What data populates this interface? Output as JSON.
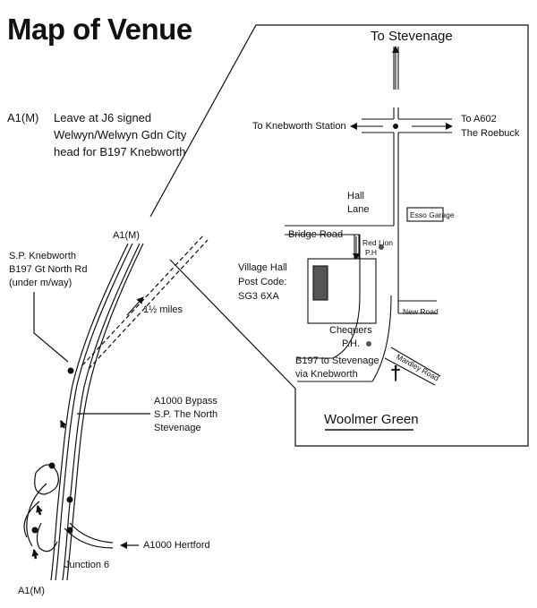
{
  "title": "Map of Venue",
  "directions": {
    "line1_road": "A1(M)",
    "line1_text": "Leave at J6 signed",
    "line2": "Welwyn/Welwyn Gdn City",
    "line3": "head for B197 Knebworth"
  },
  "overview_map": {
    "a1m_top": "A1(M)",
    "a1m_bottom": "A1(M)",
    "sp_knebworth": [
      "S.P. Knebworth",
      "B197 Gt North Rd",
      "(under m/way)"
    ],
    "miles": "1½ miles",
    "a1000_bypass": [
      "A1000 Bypass",
      "S.P. The North",
      "Stevenage"
    ],
    "a1000_hertford": "A1000 Hertford",
    "junction": "Junction 6"
  },
  "detail_map": {
    "to_stevenage": "To Stevenage",
    "to_knebworth_station": "To Knebworth Station",
    "to_a602": [
      "To A602",
      "The Roebuck"
    ],
    "hall_lane": [
      "Hall",
      "Lane"
    ],
    "esso_garage": "Esso Garage",
    "bridge_road": "Bridge Road",
    "red_lion": [
      "Red Lion",
      "P.H"
    ],
    "village_hall": [
      "Village Hall",
      "Post Code:",
      "SG3 6XA"
    ],
    "new_road": "New Road",
    "chequers": [
      "Chequers",
      "P.H."
    ],
    "b197": [
      "B197 to Stevenage",
      "via Knebworth"
    ],
    "mardley_road": "Mardley Road",
    "woolmer_green": "Woolmer Green",
    "church_icon": "church-cross-icon"
  }
}
